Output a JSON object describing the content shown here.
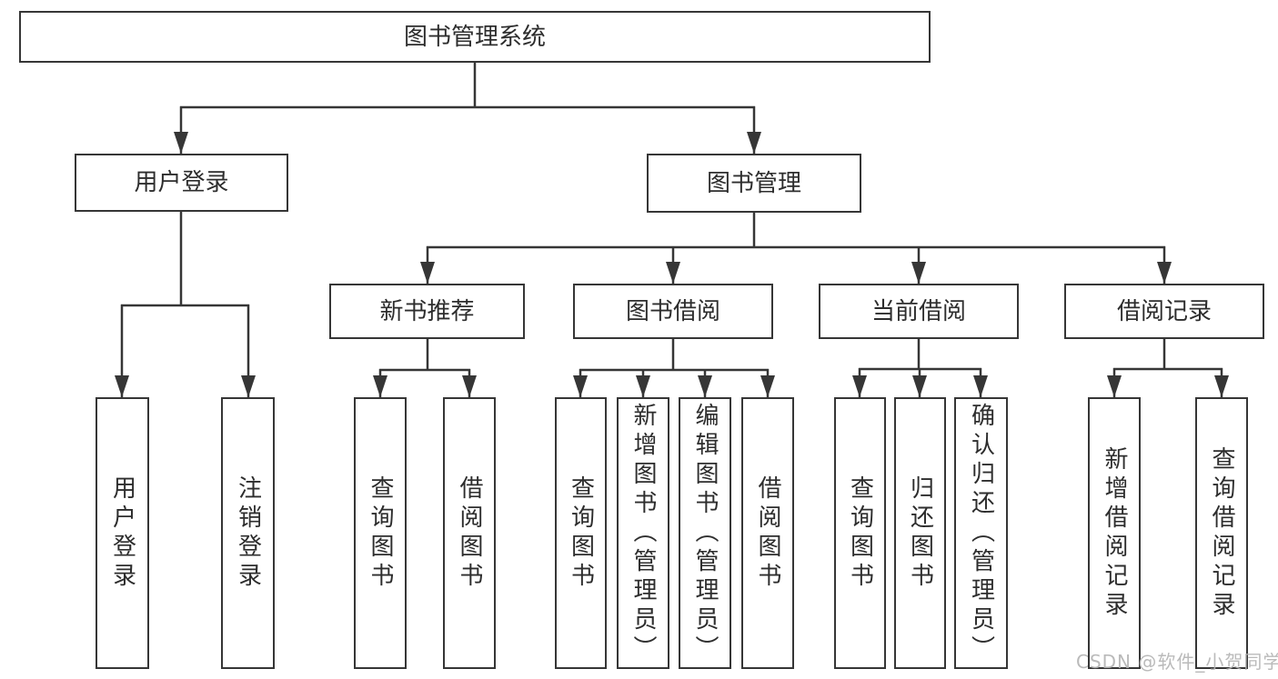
{
  "diagram_title": "图书管理系统",
  "tree": {
    "root": {
      "label": "图书管理系统"
    },
    "level1": [
      {
        "label": "用户登录"
      },
      {
        "label": "图书管理"
      }
    ],
    "level2": [
      {
        "label": "新书推荐",
        "parent": "图书管理"
      },
      {
        "label": "图书借阅",
        "parent": "图书管理"
      },
      {
        "label": "当前借阅",
        "parent": "图书管理"
      },
      {
        "label": "借阅记录",
        "parent": "图书管理"
      }
    ],
    "leaves": [
      {
        "label": "用户登录",
        "parent": "用户登录"
      },
      {
        "label": "注销登录",
        "parent": "用户登录"
      },
      {
        "label": "查询图书",
        "parent": "新书推荐"
      },
      {
        "label": "借阅图书",
        "parent": "新书推荐"
      },
      {
        "label": "查询图书",
        "parent": "图书借阅"
      },
      {
        "label": "新增图书（管理员）",
        "parent": "图书借阅"
      },
      {
        "label": "编辑图书（管理员）",
        "parent": "图书借阅"
      },
      {
        "label": "借阅图书",
        "parent": "图书借阅"
      },
      {
        "label": "查询图书",
        "parent": "当前借阅"
      },
      {
        "label": "归还图书",
        "parent": "当前借阅"
      },
      {
        "label": "确认归还（管理员）",
        "parent": "当前借阅"
      },
      {
        "label": "新增借阅记录",
        "parent": "借阅记录"
      },
      {
        "label": "查询借阅记录",
        "parent": "借阅记录"
      }
    ]
  },
  "watermark": "CSDN @软件_小贺同学",
  "colors": {
    "line": "#363636",
    "text": "#2d2d2d",
    "background": "#ffffff",
    "watermark": "#b3b3b3"
  }
}
